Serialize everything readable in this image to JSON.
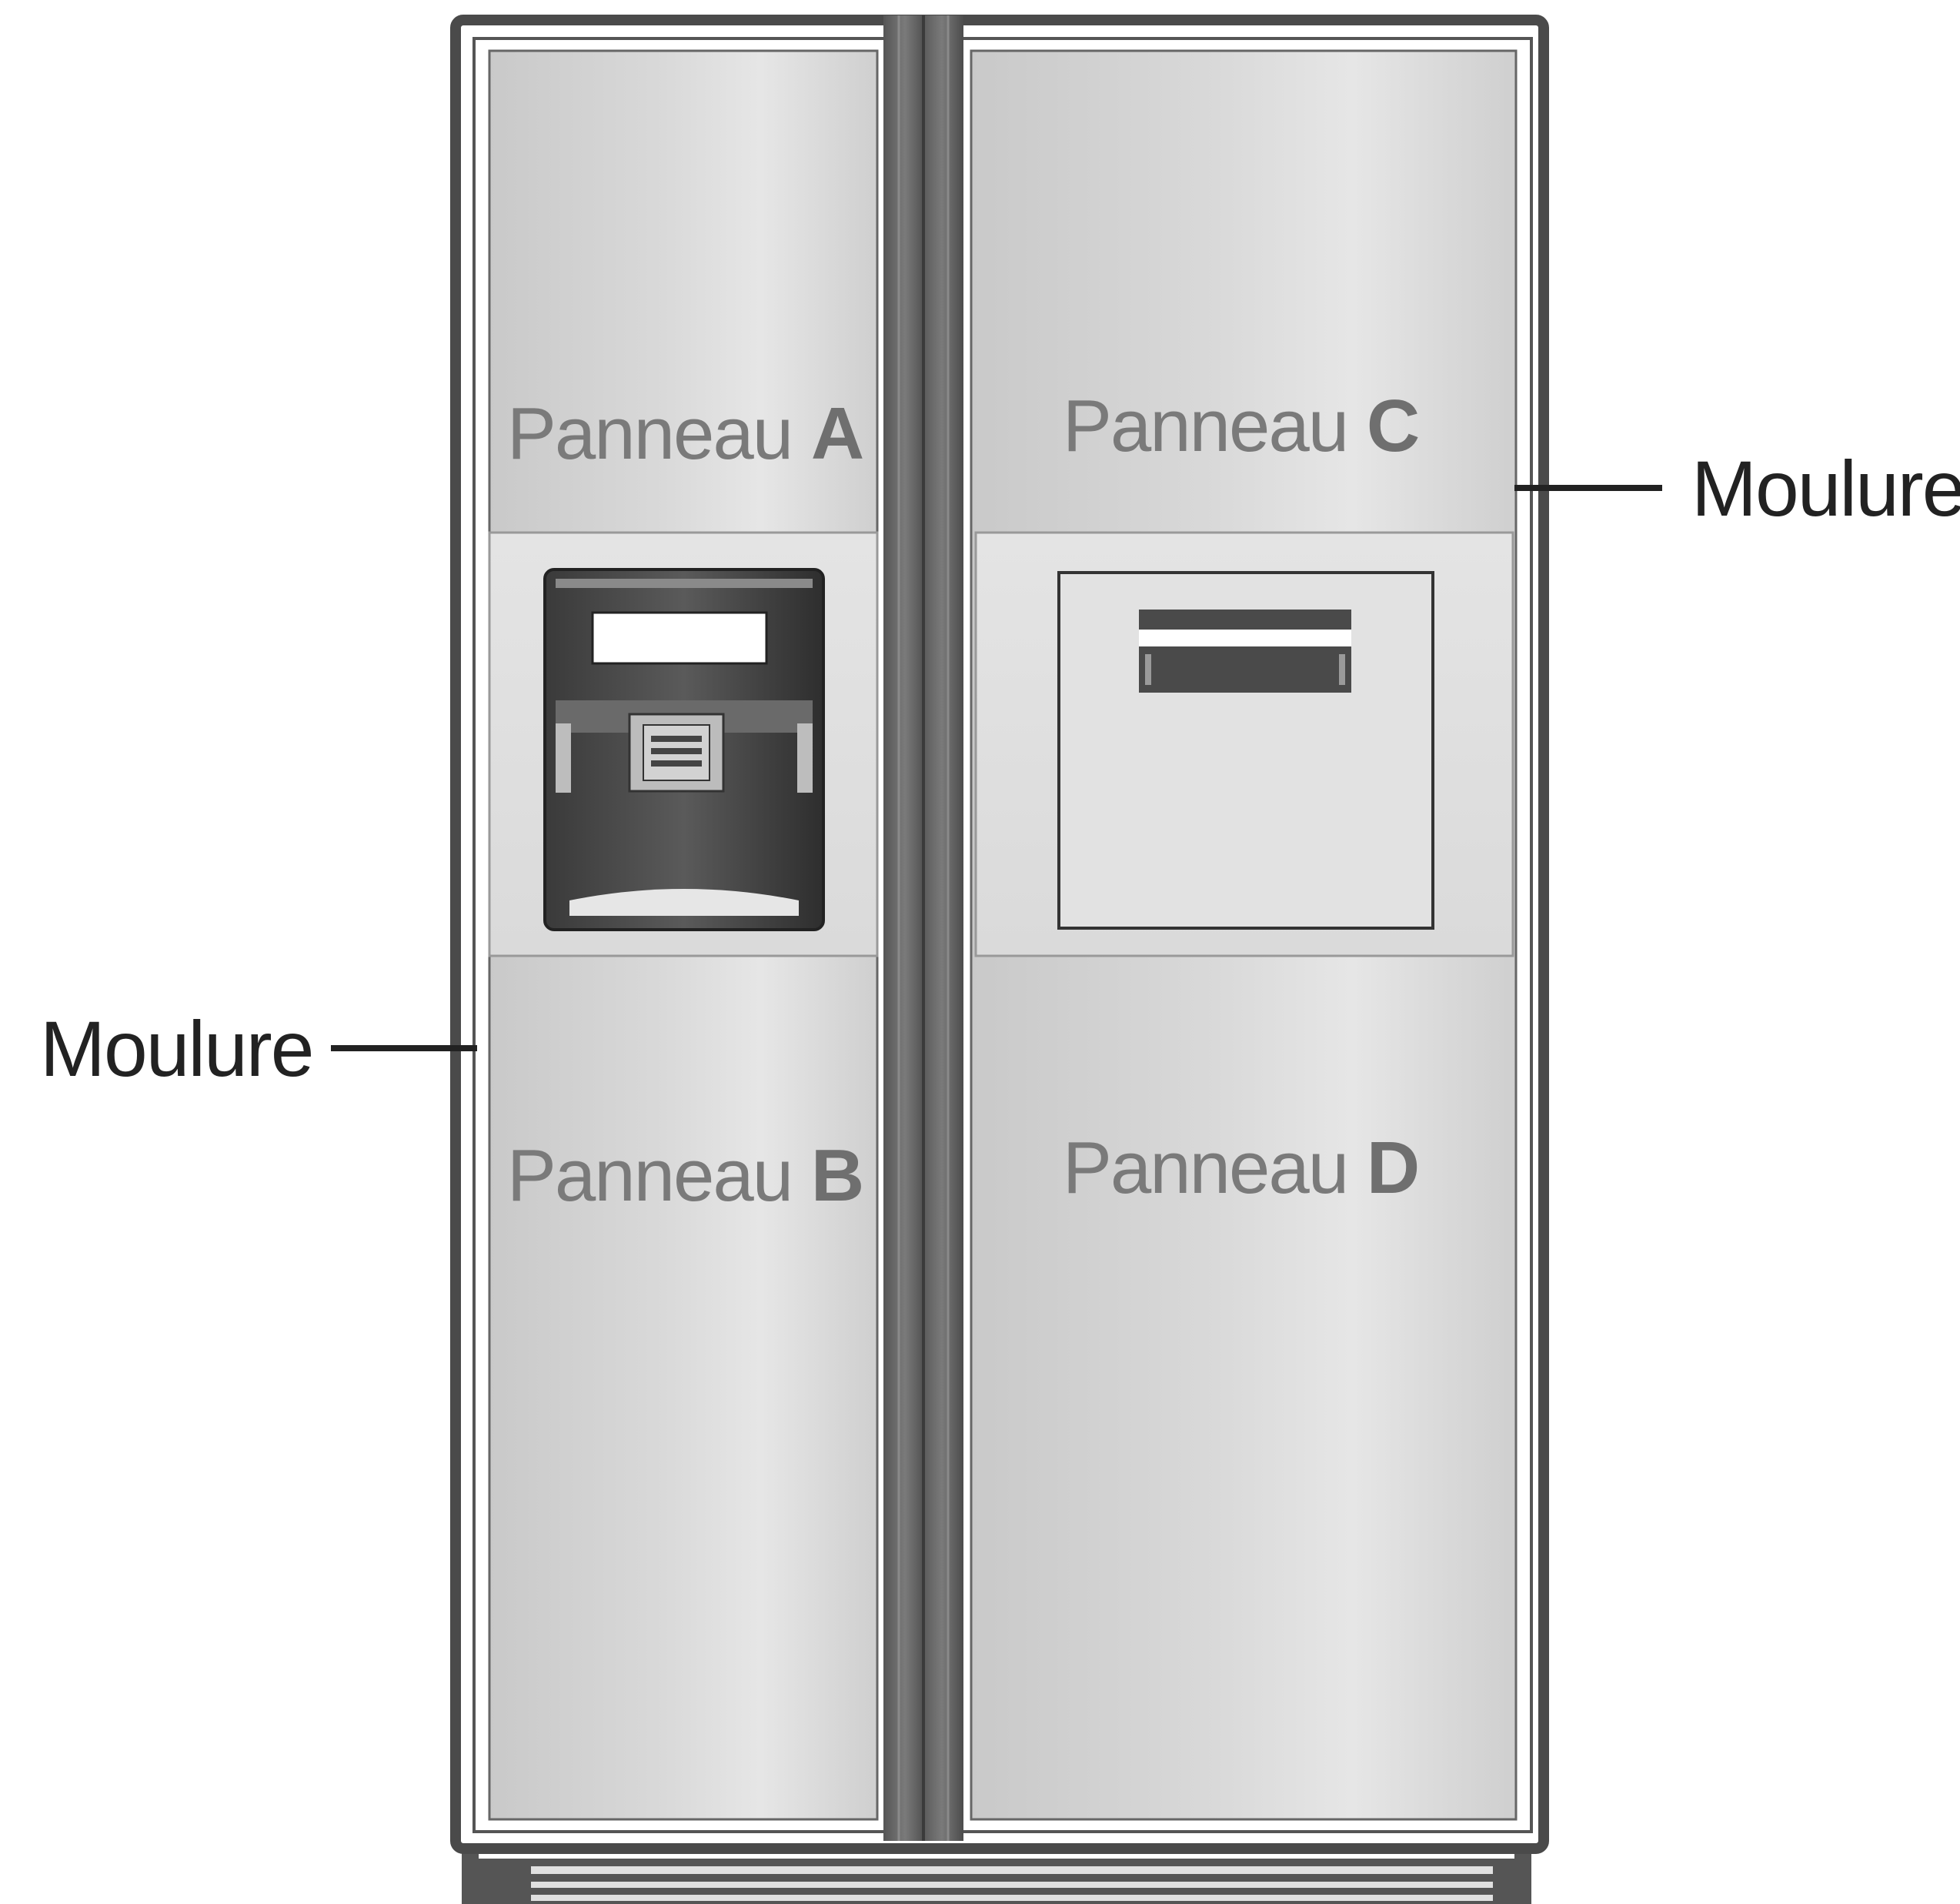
{
  "panels": {
    "a": {
      "prefix": "Panneau ",
      "letter": "A"
    },
    "b": {
      "prefix": "Panneau ",
      "letter": "B"
    },
    "c": {
      "prefix": "Panneau ",
      "letter": "C"
    },
    "d": {
      "prefix": "Panneau ",
      "letter": "D"
    }
  },
  "callouts": {
    "right": "Moulure",
    "left": "Moulure"
  },
  "colors": {
    "frame": "#4a4a4a",
    "panel": "#d6d6d6",
    "label": "#7a7a7a",
    "callout": "#222222"
  }
}
